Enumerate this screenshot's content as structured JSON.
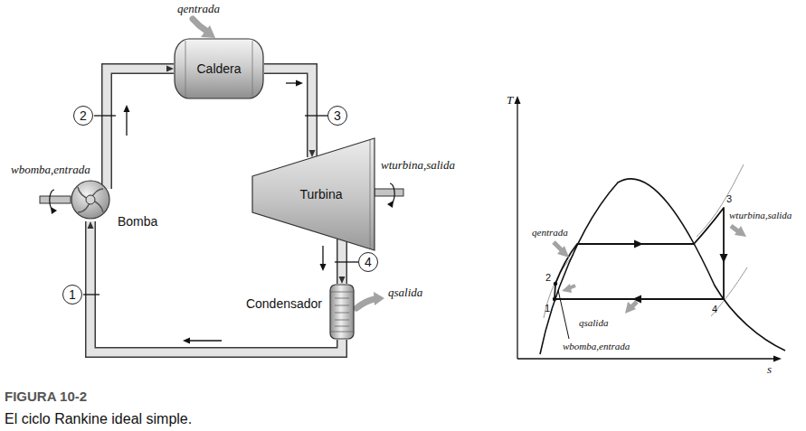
{
  "diagram": {
    "caption": "El ciclo Rankine ideal simple.",
    "nodes": [
      {
        "text": [
          "Caldera"
        ]
      },
      {
        "text": [
          "Turbina"
        ]
      },
      {
        "text": [
          "Bomba"
        ]
      },
      {
        "text": [
          "Condensador"
        ]
      }
    ],
    "edges": [
      {
        "from": 2,
        "to": 0,
        "arrow": "to"
      },
      {
        "from": 0,
        "to": 1,
        "arrow": "to"
      },
      {
        "from": 1,
        "to": 3,
        "arrow": "to"
      },
      {
        "from": 3,
        "to": 2,
        "arrow": "to"
      }
    ],
    "labels": [
      "qentrada",
      "2",
      "3",
      "wbomba,entrada",
      "wturbina,salida",
      "4",
      "qsalida",
      "1",
      "T",
      "3",
      "wturbina,salida",
      "qentrada",
      "2",
      "1",
      "4",
      "qsalida",
      "wbomba,entrada",
      "s",
      "FIGURA 10-2"
    ]
  }
}
